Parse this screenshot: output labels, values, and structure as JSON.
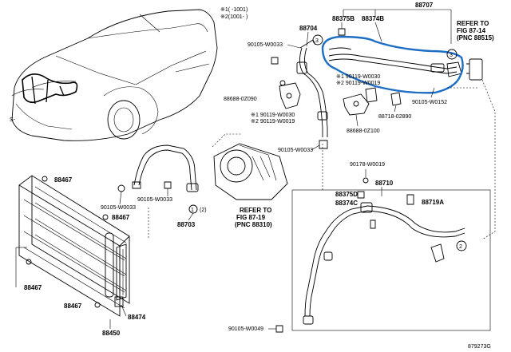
{
  "callouts": {
    "c88707": "88707",
    "c88704": "88704",
    "c88375b_top": "88375B",
    "c88374b": "88374B",
    "c88467_a": "88467",
    "c88467_b": "88467",
    "c88467_c": "88467",
    "c88467_d": "88467",
    "c88450": "88450",
    "c88474": "88474",
    "c88703": "88703",
    "c88710": "88710",
    "c88375d": "88375D",
    "c88374c": "88374C",
    "c88719a": "88719A",
    "c90105_w0033_a": "90105-W0033",
    "c90105_w0033_b": "90105-W0033",
    "c90105_w0033_c": "90105-W0033",
    "c90105_w0033_d": "90105-W0033",
    "c90105_w0152": "90105-W0152",
    "c88688_0z090": "88688-0Z090",
    "c88688_0z100": "88688-0Z100",
    "c88718_02890": "88718-02890",
    "c90178_w0019": "90178-W0019",
    "c90119_w0030_a": "1 90119-W0030",
    "c90119_w0019_a": "2 90119-W0019",
    "c90119_w0030_b": "1 90119-W0030",
    "c90119_w0019_b": "2 90119-W0019",
    "c90105_w0049": "90105-W0049"
  },
  "notes": {
    "legend_line1": "※1(   -1001)",
    "legend_line2": "※2(1001-   )",
    "refer_top_1": "REFER TO",
    "refer_top_2": "FIG 87-14",
    "refer_top_3": "(PNC 88515)",
    "refer_mid_1": "REFER TO",
    "refer_mid_2": "FIG 87-19",
    "refer_mid_3": "(PNC 88310)",
    "marker_1a": "1",
    "marker_2a": "(2)",
    "marker_2b": "2",
    "marker_3a": "3",
    "marker_3b": "3",
    "corner_left": "S-",
    "figure_id": "879273G"
  },
  "colors": {
    "highlight": "#1e6fc4",
    "line": "#000000"
  }
}
